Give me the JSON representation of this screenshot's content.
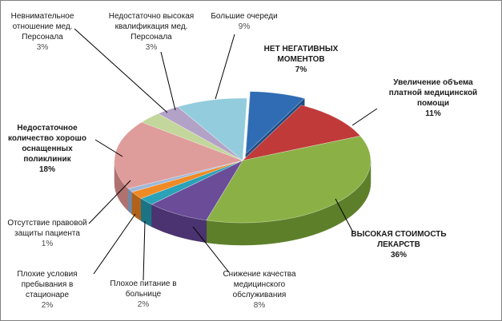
{
  "chart_data": {
    "type": "pie",
    "title": "",
    "slices": [
      {
        "name": "НЕТ НЕГАТИВНЫХ МОМЕНТОВ",
        "label_lines": [
          "НЕТ НЕГАТИВНЫХ",
          "МОМЕНТОВ"
        ],
        "pct_label": "7%",
        "value": 7,
        "color": "#2f6cb3",
        "side": "#1f4c82",
        "bold": true
      },
      {
        "name": "Увеличение объема платной медицинской помощи",
        "label_lines": [
          "Увеличение объема",
          "платной медицинской",
          "помощи"
        ],
        "pct_label": "11%",
        "value": 11,
        "color": "#c03a3a",
        "side": "#8b2626",
        "bold": true
      },
      {
        "name": "ВЫСОКАЯ СТОИМОСТЬ ЛЕКАРСТВ",
        "label_lines": [
          "ВЫСОКАЯ СТОИМОСТЬ",
          "ЛЕКАРСТВ"
        ],
        "pct_label": "36%",
        "value": 36,
        "color": "#8bb146",
        "side": "#5e7f2a",
        "bold": true
      },
      {
        "name": "Снижение качества медицинского обслуживания",
        "label_lines": [
          "Снижение качества",
          "медицинского",
          "обслуживания"
        ],
        "pct_label": "8%",
        "value": 8,
        "color": "#6a4c99",
        "side": "#4a3370",
        "bold": false
      },
      {
        "name": "Плохое питание в больнице",
        "label_lines": [
          "Плохое питание в",
          "больнице"
        ],
        "pct_label": "2%",
        "value": 2,
        "color": "#2aa2b8",
        "side": "#1c7384",
        "bold": false
      },
      {
        "name": "Плохие условия пребывания в стационаре",
        "label_lines": [
          "Плохие условия",
          "пребывания в",
          "стационаре"
        ],
        "pct_label": "2%",
        "value": 2,
        "color": "#f08a24",
        "side": "#b0621a",
        "bold": false
      },
      {
        "name": "Отсутствие правовой защиты пациента",
        "label_lines": [
          "Отсутствие правовой",
          "защиты пациента"
        ],
        "pct_label": "1%",
        "value": 1,
        "color": "#9fb8d8",
        "side": "#7089a8",
        "bold": false
      },
      {
        "name": "Недостаточное количество хорошо оснащенных поликлиник",
        "label_lines": [
          "Недостаточное",
          "количество хорошо",
          "оснащенных",
          "поликлиник"
        ],
        "pct_label": "18%",
        "value": 18,
        "color": "#de9c9a",
        "side": "#b07270",
        "bold": true
      },
      {
        "name": "Невнимательное отношение мед. Персонала",
        "label_lines": [
          "Невнимательное",
          "отношение мед.",
          "Персонала"
        ],
        "pct_label": "3%",
        "value": 3,
        "color": "#c3d69b",
        "side": "#95a86e",
        "bold": false
      },
      {
        "name": "Недостаточно высокая квалификация мед. Персонала",
        "label_lines": [
          "Недостаточно высокая",
          "квалификация мед.",
          "Персонала"
        ],
        "pct_label": "3%",
        "value": 3,
        "color": "#b3a2c7",
        "side": "#85759a",
        "bold": false
      },
      {
        "name": "Большие очереди",
        "label_lines": [
          "Большие очереди"
        ],
        "pct_label": "9%",
        "value": 9,
        "color": "#93cddd",
        "side": "#649fae",
        "bold": false
      }
    ],
    "legend": "none",
    "grid": false,
    "three_d": true
  }
}
